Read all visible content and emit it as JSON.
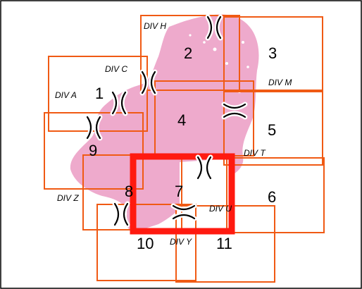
{
  "colors": {
    "region_outline": "#f05a14",
    "selected_region": "#ff1a10",
    "tissue": "#eeaacc",
    "connector": "#000000",
    "frame": "#000000"
  },
  "tiles": [
    {
      "number": "1",
      "region": "DIV A"
    },
    {
      "number": "2",
      "region": "DIV H"
    },
    {
      "number": "3",
      "region": "DIV M"
    },
    {
      "number": "4",
      "region": "DIV C"
    },
    {
      "number": "5",
      "region": "DIV T"
    },
    {
      "number": "6",
      "region": "DIV U"
    },
    {
      "number": "7",
      "region": ""
    },
    {
      "number": "8",
      "region": "DIV Z"
    },
    {
      "number": "9",
      "region": ""
    },
    {
      "number": "10",
      "region": "DIV Y"
    },
    {
      "number": "11",
      "region": ""
    }
  ],
  "region_labels": [
    "DIV H",
    "DIV C",
    "DIV A",
    "DIV M",
    "DIV T",
    "DIV Z",
    "DIV U",
    "DIV Y"
  ],
  "selected_tile": "7",
  "junction_icon": "double-parenthesis-connector-icon"
}
